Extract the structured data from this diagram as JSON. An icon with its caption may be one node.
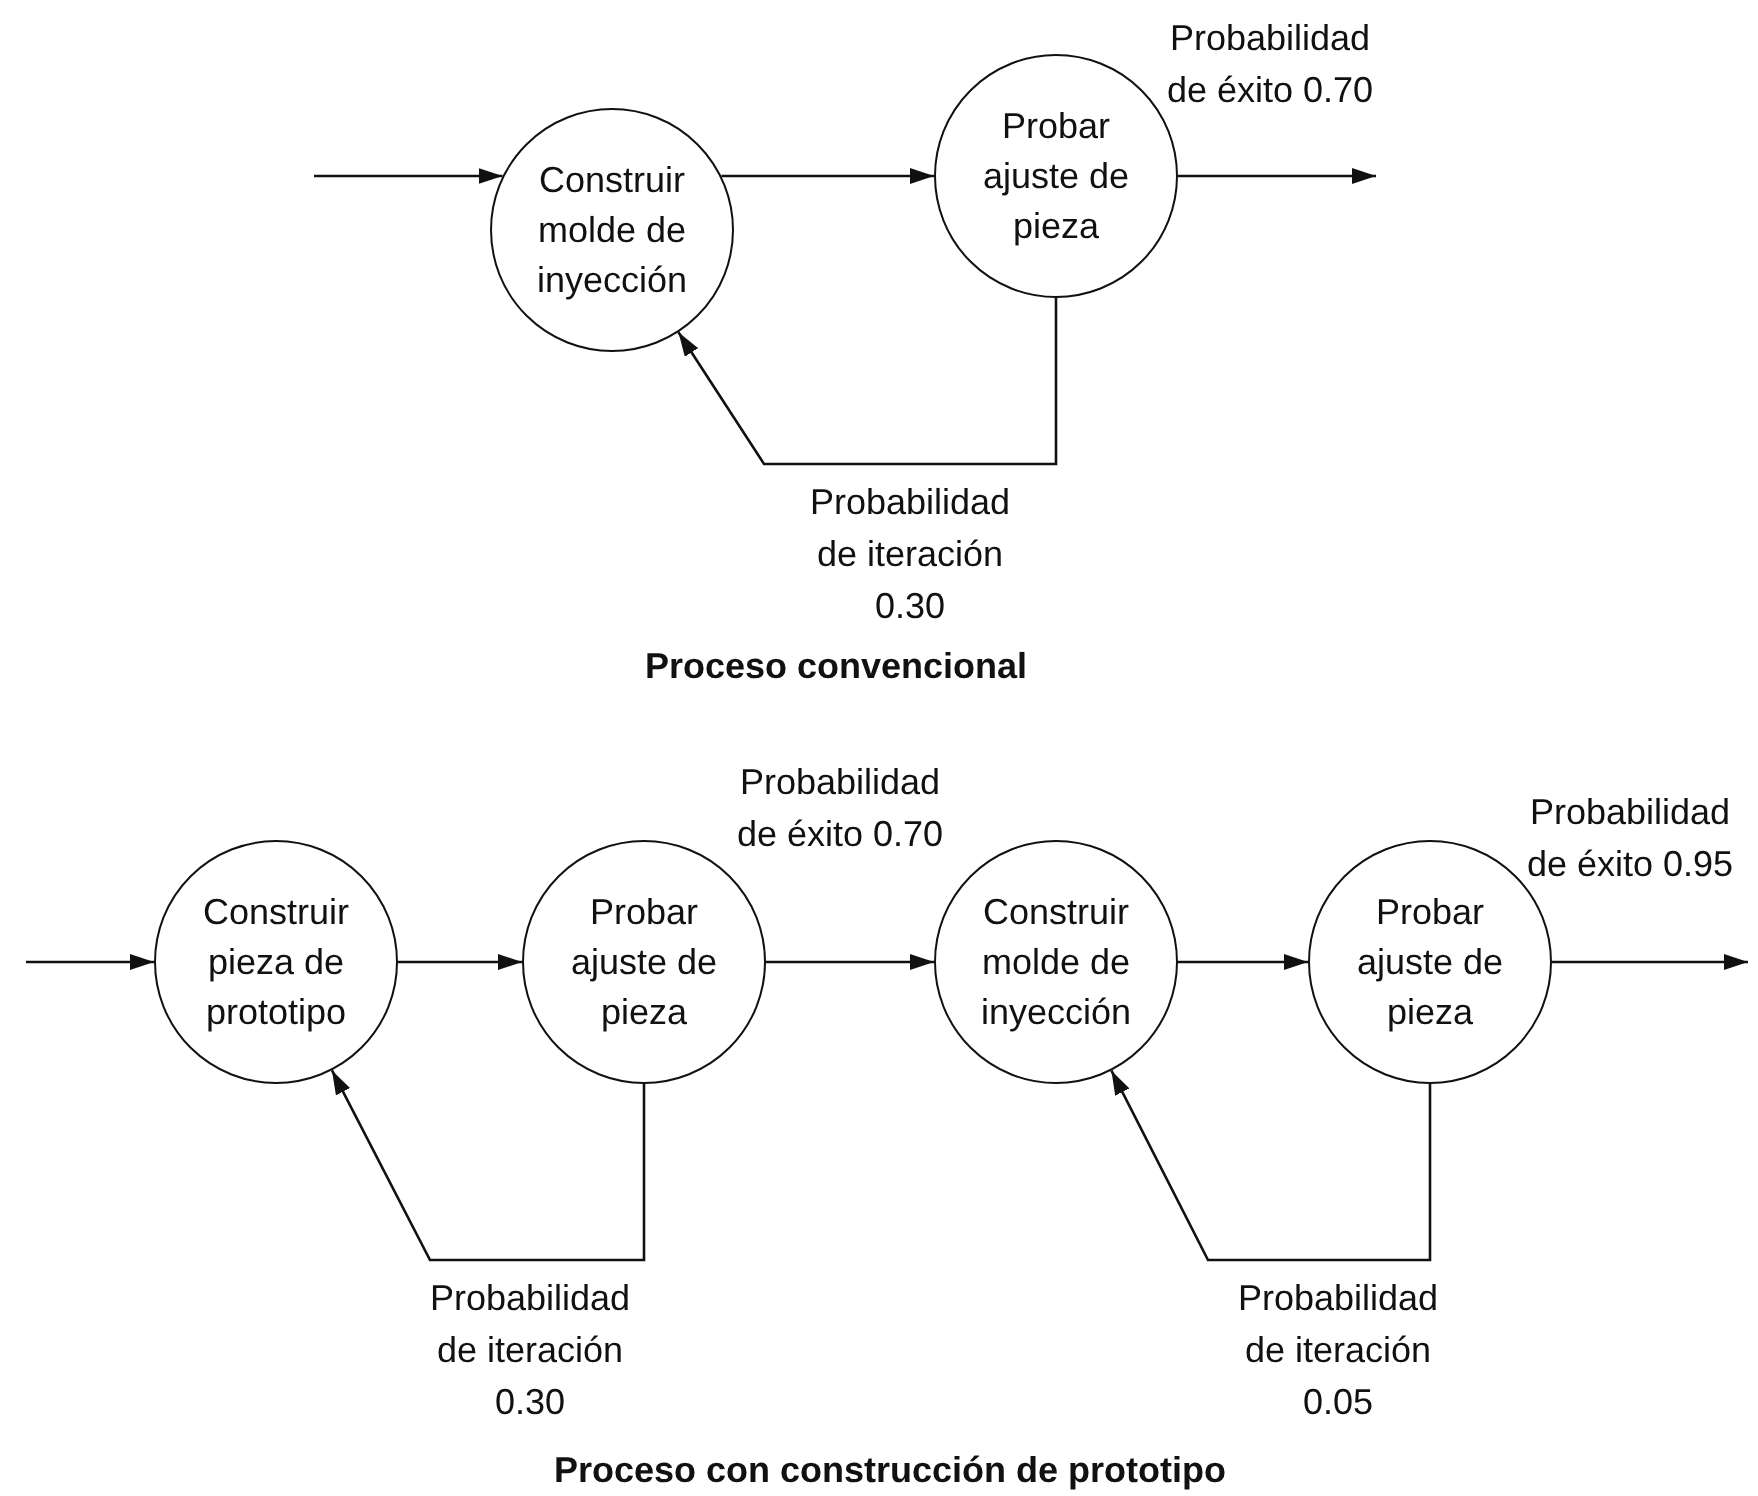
{
  "diagram": {
    "nodes": [
      {
        "text": [
          "Construir molde de inyección"
        ]
      },
      {
        "text": [
          "Probar ajuste de pieza"
        ]
      },
      {
        "text": [
          "Construir pieza de prototipo"
        ]
      },
      {
        "text": [
          "Probar ajuste de pieza"
        ]
      },
      {
        "text": [
          "Construir molde de inyección"
        ]
      },
      {
        "text": [
          "Probar ajuste de pieza"
        ]
      }
    ],
    "edges": [
      {
        "from": null,
        "to": 0,
        "arrow": "to"
      },
      {
        "from": 0,
        "to": 1,
        "arrow": "to"
      },
      {
        "from": 1,
        "to": null,
        "arrow": "to",
        "label": "Probabilidad de éxito 0.70"
      },
      {
        "from": 1,
        "to": 0,
        "arrow": "to",
        "label": "Probabilidad de iteración 0.30"
      },
      {
        "from": null,
        "to": 2,
        "arrow": "to"
      },
      {
        "from": 2,
        "to": 3,
        "arrow": "to"
      },
      {
        "from": 3,
        "to": 4,
        "arrow": "to",
        "label": "Probabilidad de éxito 0.70"
      },
      {
        "from": 3,
        "to": 2,
        "arrow": "to",
        "label": "Probabilidad de iteración 0.30"
      },
      {
        "from": 4,
        "to": 5,
        "arrow": "to"
      },
      {
        "from": 5,
        "to": null,
        "arrow": "to",
        "label": "Probabilidad de éxito 0.95"
      },
      {
        "from": 5,
        "to": 4,
        "arrow": "to",
        "label": "Probabilidad de iteración 0.05"
      }
    ],
    "labels": [
      "Proceso convencional",
      "Proceso con construcción de prototipo"
    ]
  }
}
